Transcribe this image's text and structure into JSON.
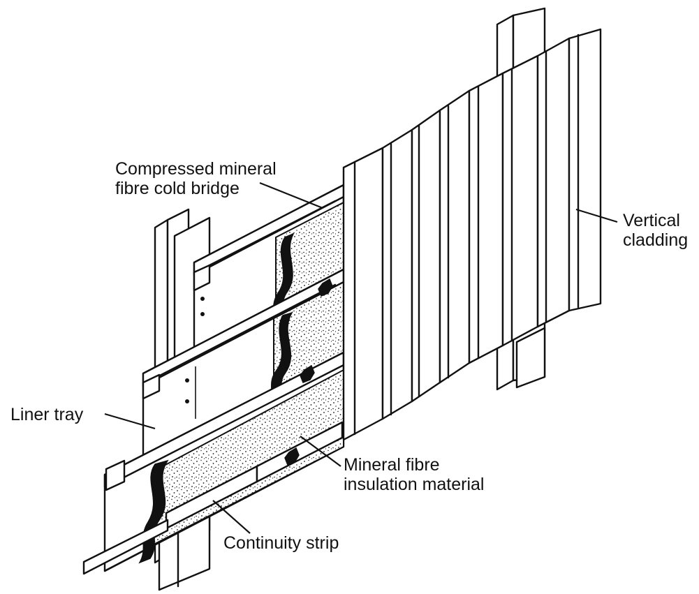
{
  "labels": {
    "compressed": [
      "Compressed mineral",
      "fibre cold bridge"
    ],
    "vertical": [
      "Vertical",
      "cladding"
    ],
    "liner": [
      "Liner tray"
    ],
    "insulation": [
      "Mineral fibre",
      "insulation material"
    ],
    "continuity": [
      "Continuity strip"
    ]
  },
  "colors": {
    "ink": "#111111",
    "paper": "#ffffff"
  }
}
